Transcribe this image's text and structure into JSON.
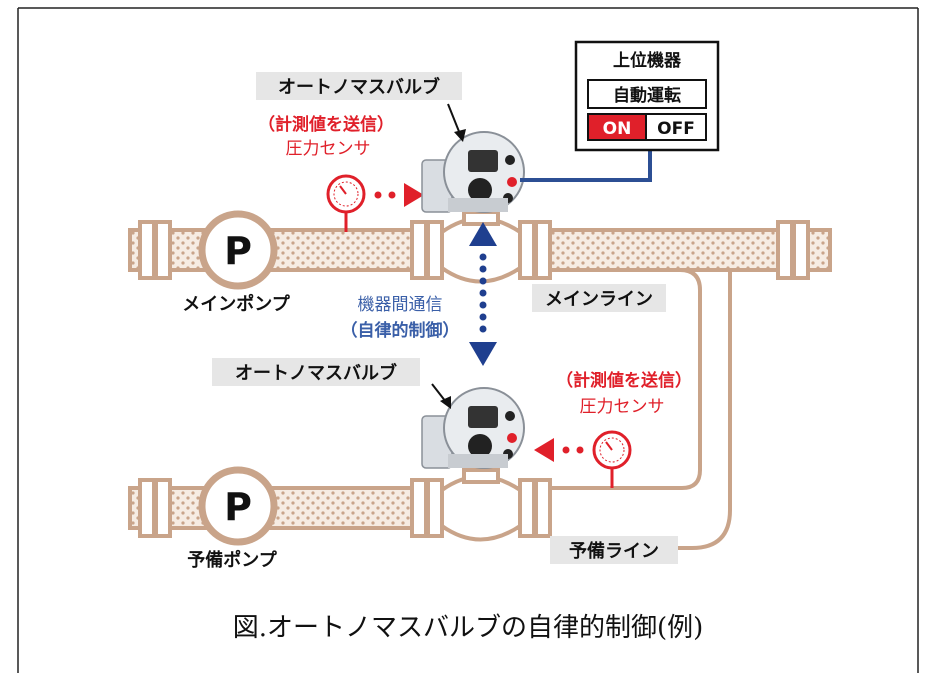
{
  "labels": {
    "valve_top": "オートノマスバルブ",
    "valve_bottom": "オートノマスバルブ",
    "send_top": "（計測値を送信）",
    "sensor_top": "圧力センサ",
    "send_bottom": "（計測値を送信）",
    "sensor_bottom": "圧力センサ",
    "main_pump": "メインポンプ",
    "spare_pump": "予備ポンプ",
    "main_line": "メインライン",
    "spare_line": "予備ライン",
    "comm_line1": "機器間通信",
    "comm_line2": "（自律的制御）",
    "pump_letter_main": "P",
    "pump_letter_spare": "P"
  },
  "controller": {
    "title": "上位機器",
    "mode": "自動運転",
    "on": "ON",
    "off": "OFF"
  },
  "caption": "図.オートノマスバルブの自律的制御(例)",
  "colors": {
    "pipe": "#c9a48a",
    "pipe_fill": "#f4e7dc",
    "red": "#e0202a",
    "blue_dots": "#1f3f8f",
    "blue_text": "#3a5fa8",
    "wire": "#2c4f94",
    "label_bg": "#e6e6e6"
  }
}
